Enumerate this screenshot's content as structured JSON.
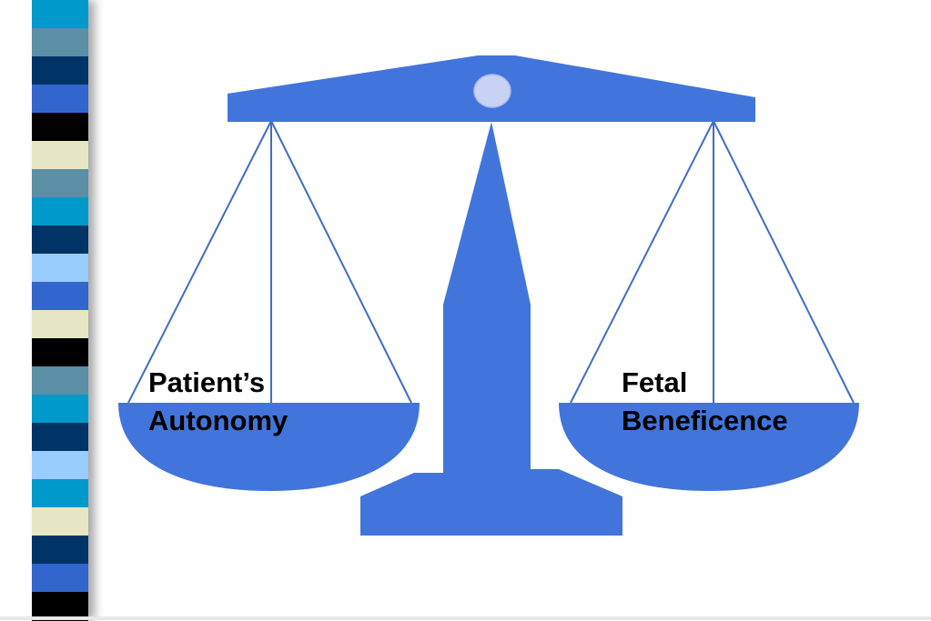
{
  "slide": {
    "left_pan_label": [
      "Patient’s",
      "Autonomy"
    ],
    "right_pan_label": [
      "Fetal",
      "Beneficence"
    ]
  },
  "colors": {
    "scale_blue": "#4275DB",
    "pivot_fill": "#C8D2F4",
    "stripe_palette": [
      "#0099CC",
      "#5A8FA6",
      "#003366",
      "#3366CC",
      "#000000",
      "#E6E6C4",
      "#99CCFF",
      "#336699"
    ]
  },
  "stripes": [
    "#0099CC",
    "#5A8FA6",
    "#003366",
    "#3366CC",
    "#000000",
    "#E6E6C4",
    "#5A8FA6",
    "#0099CC",
    "#003366",
    "#99CCFF",
    "#3366CC",
    "#E6E6C4",
    "#000000",
    "#5A8FA6",
    "#0099CC",
    "#003366",
    "#99CCFF",
    "#0099CC",
    "#E6E6C4",
    "#003366",
    "#3366CC",
    "#000000"
  ]
}
